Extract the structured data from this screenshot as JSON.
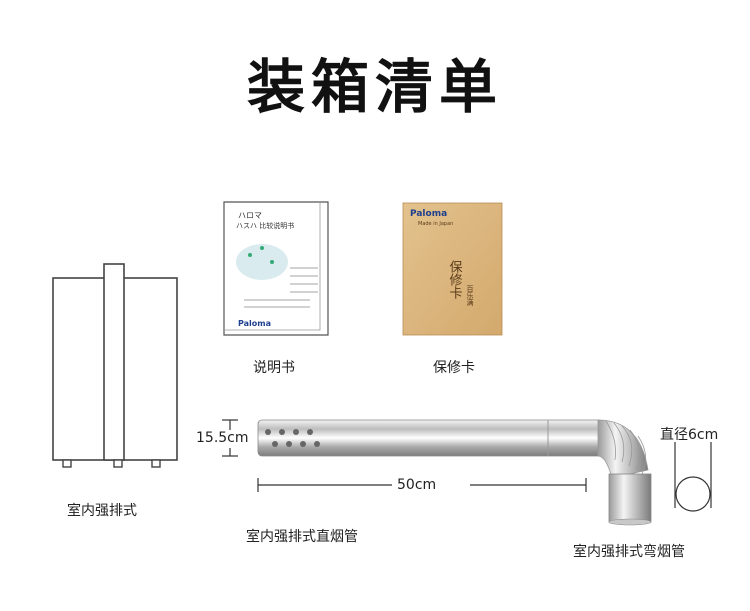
{
  "title": "装箱清单",
  "items": {
    "heater": {
      "label": "室内强排式"
    },
    "manual": {
      "label": "说明书",
      "cover_lines": [
        "ハロマ",
        "ハスハ 比较说明书"
      ],
      "brand": "Paloma"
    },
    "warranty": {
      "label": "保修卡",
      "brand": "Paloma",
      "tagline": "Made in Japan",
      "card_text": "保修卡",
      "card_sub": "百乐满"
    },
    "straight_pipe": {
      "label": "室内强排式直烟管",
      "diameter": "15.5cm",
      "length": "50cm"
    },
    "elbow_pipe": {
      "label": "室内强排式弯烟管",
      "diameter": "直径6cm"
    }
  },
  "colors": {
    "card": "#d9b27a",
    "card_text": "#5a3b1a",
    "brand_blue": "#1f3f8f",
    "pipe_light": "#e6e6e6",
    "pipe_dark": "#8d8d8d",
    "line": "#333333"
  }
}
